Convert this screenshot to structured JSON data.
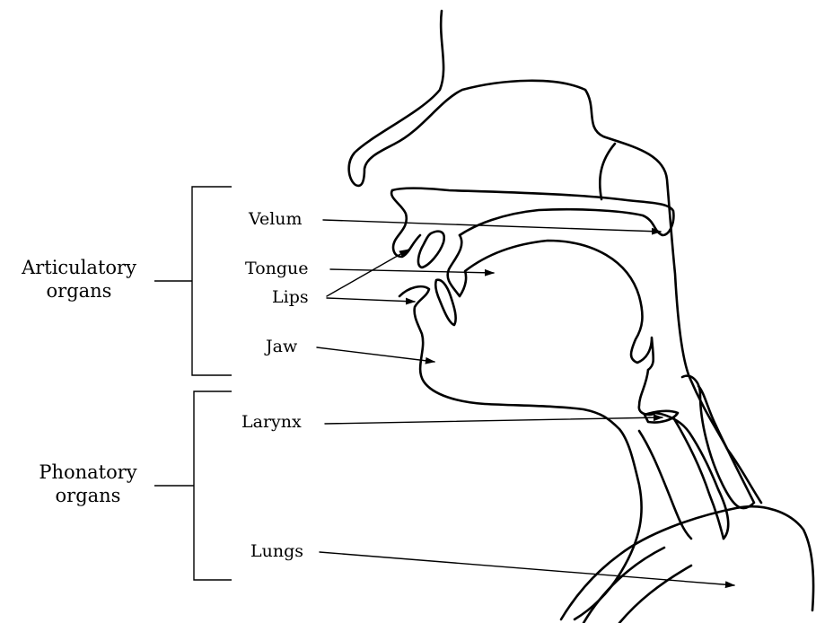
{
  "groups": {
    "articulatory": {
      "line1": "Articulatory",
      "line2": "organs"
    },
    "phonatory": {
      "line1": "Phonatory",
      "line2": "organs"
    }
  },
  "labels": {
    "velum": "Velum",
    "tongue": "Tongue",
    "lips": "Lips",
    "jaw": "Jaw",
    "larynx": "Larynx",
    "lungs": "Lungs"
  }
}
